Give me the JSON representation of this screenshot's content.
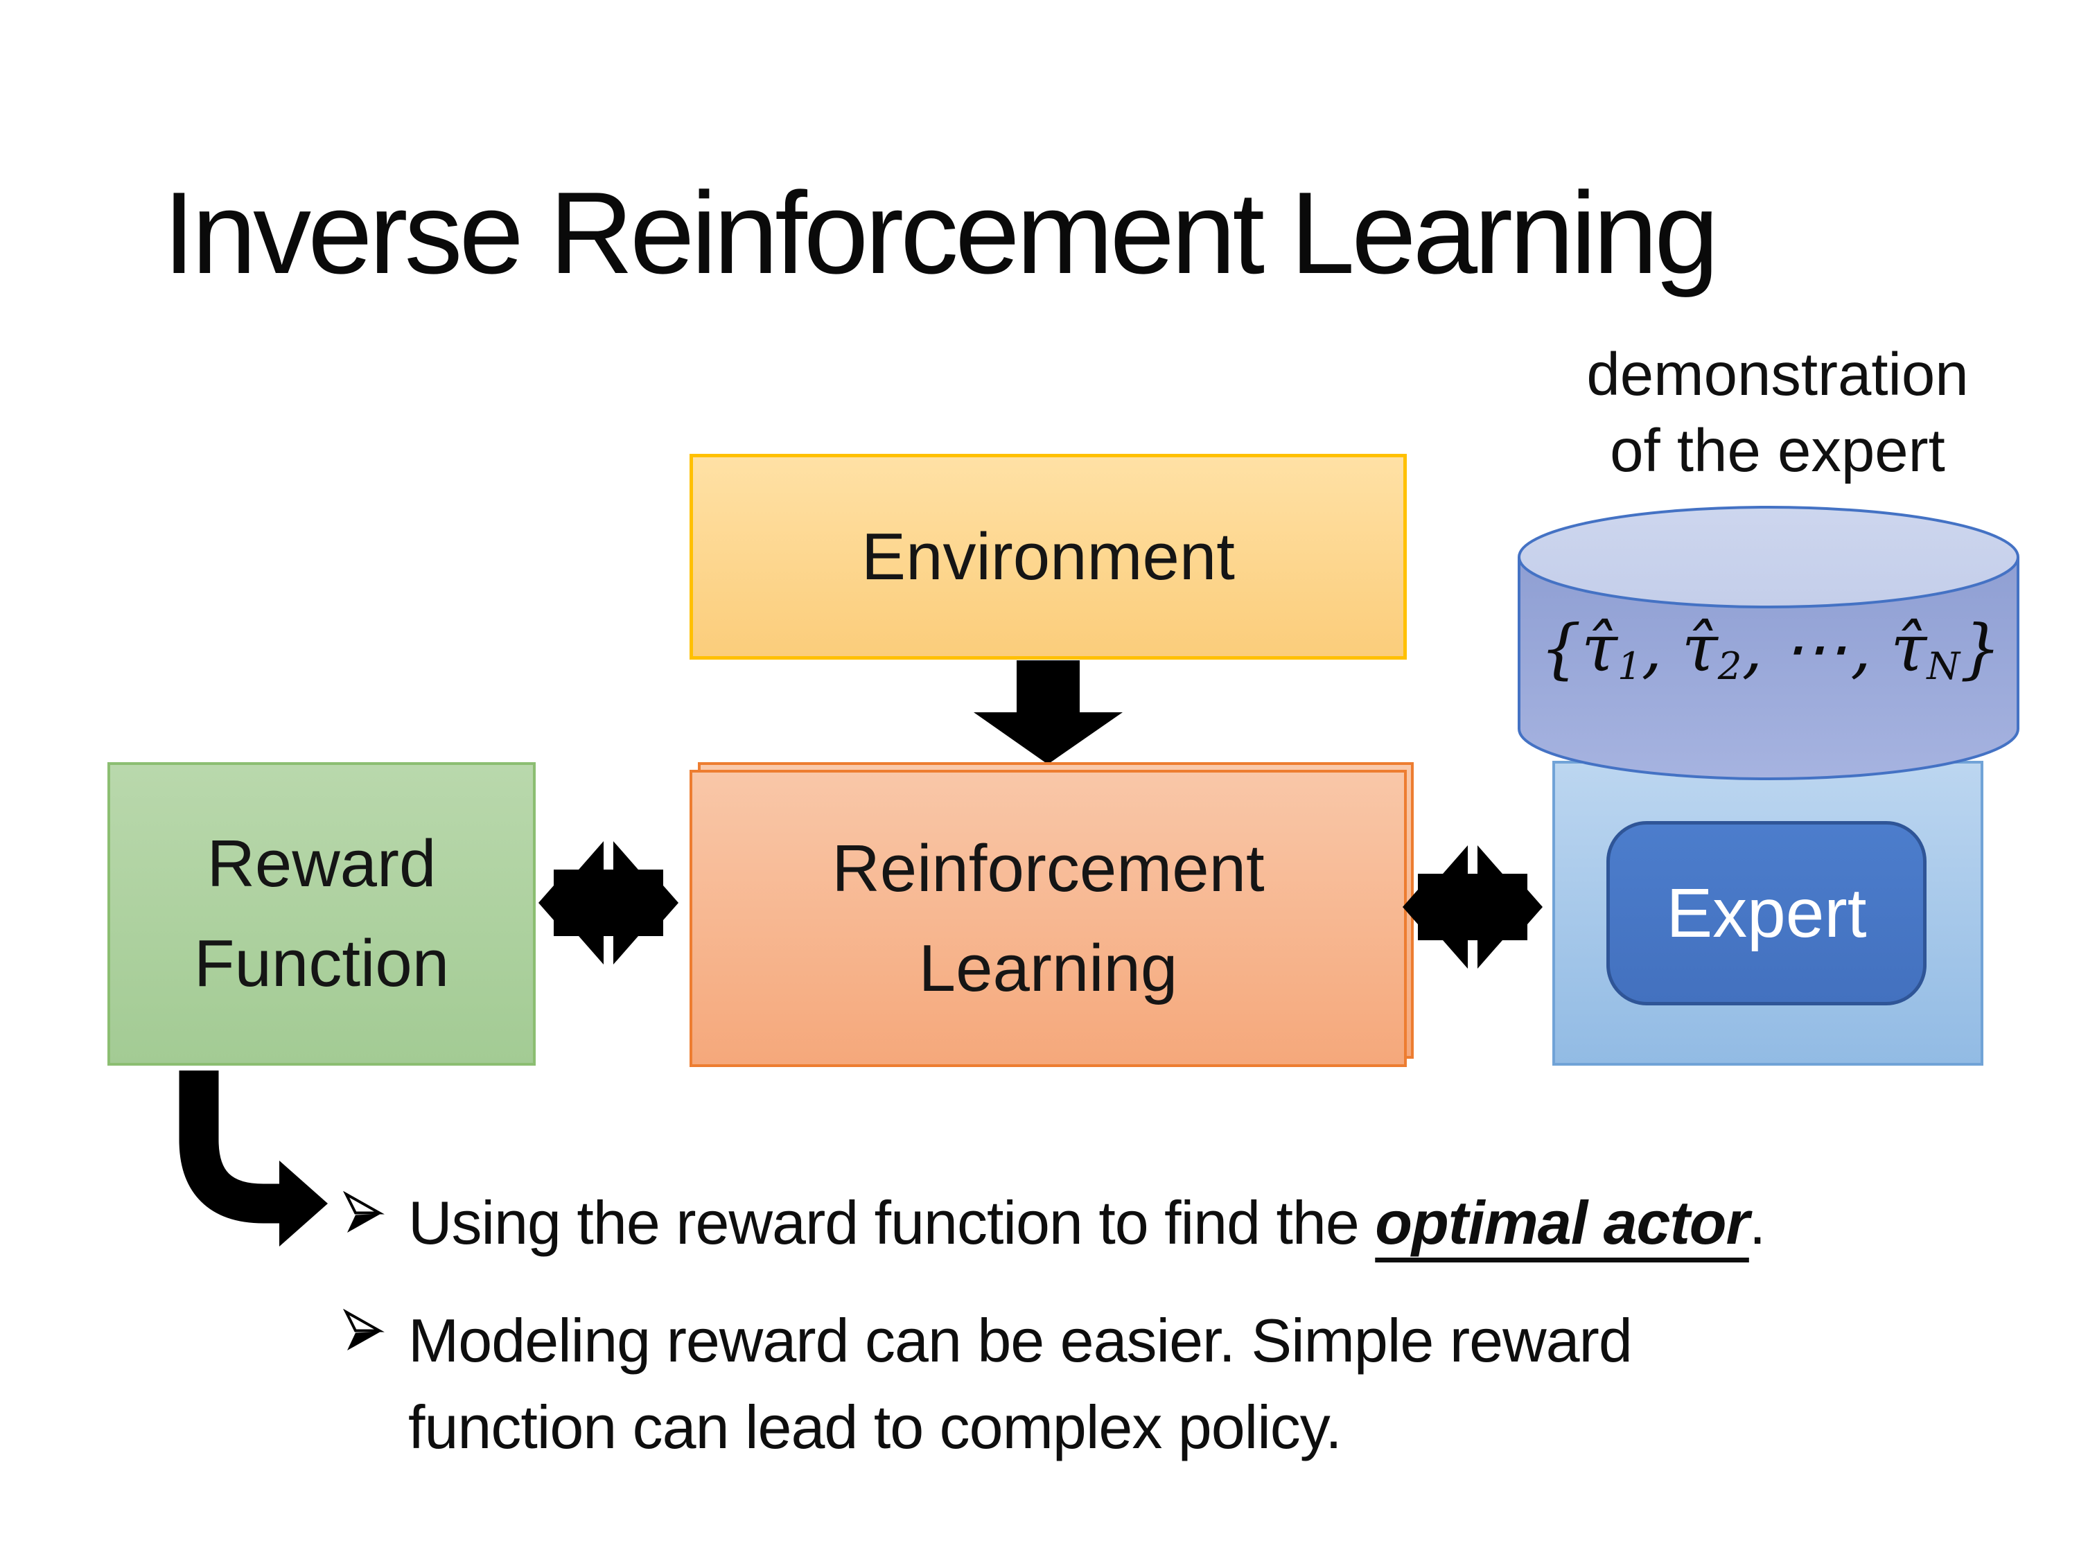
{
  "slide": {
    "title": "Inverse Reinforcement Learning"
  },
  "caption": {
    "line1": "demonstration",
    "line2": "of the expert"
  },
  "environment_box": {
    "label": "Environment"
  },
  "rl_box": {
    "line1": "Reinforcement",
    "line2": "Learning"
  },
  "reward_box": {
    "line1": "Reward",
    "line2": "Function"
  },
  "expert_box": {
    "label": "Expert"
  },
  "formula": {
    "open_brace": "{",
    "tau1": "τ̂",
    "sub1": "1",
    "comma1": ",",
    "tau2": "τ̂",
    "sub2": "2",
    "comma2": ",",
    "dots": "⋯",
    "comma3": ",",
    "tauN": "τ̂",
    "subN": "N",
    "close_brace": "}"
  },
  "bullets": {
    "item1": {
      "prefix": "Using the reward function to find the ",
      "emphasis": "optimal actor",
      "suffix": "."
    },
    "item2": {
      "line1": "Modeling reward can be easier. Simple reward",
      "line2": "function can lead to complex policy."
    }
  },
  "colors": {
    "environment_border": "#FFC000",
    "environment_fill": "#FBCD7B",
    "rl_border": "#ED7D31",
    "rl_fill": "#F5A87B",
    "reward_border": "#8CBE72",
    "reward_fill": "#A3CB94",
    "expert_outer_fill": "#92BBE4",
    "expert_inner_fill": "#4472C4",
    "expert_inner_border": "#2F5597",
    "cylinder_fill": "#97A6D8",
    "cylinder_border": "#4472C4",
    "arrow_color": "#000000"
  }
}
